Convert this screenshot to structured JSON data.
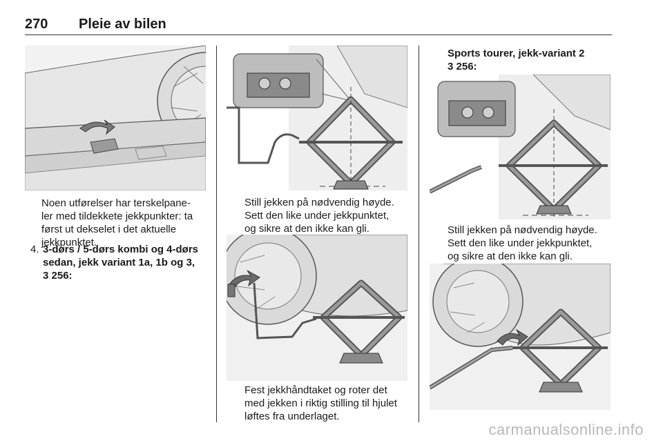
{
  "header": {
    "page_number": "270",
    "chapter_title": "Pleie av bilen"
  },
  "col1": {
    "caption": "Noen utførelser har terskelpane-ler med tildekkete jekkpunkter: ta først ut dekselet i det aktuelle jekkpunktet.",
    "caption_lines": [
      "Noen utførelser har terskelpane-",
      "ler med tildekkete jekkpunkter: ta",
      "først ut dekselet i det aktuelle",
      "jekkpunktet."
    ],
    "list_item": {
      "number": "4.",
      "lines": [
        "3-dørs / 5-dørs kombi og 4-dørs",
        "sedan, jekk variant 1a, 1b og 3,"
      ],
      "ref_arrow": "3",
      "ref_page": "256:"
    }
  },
  "col2": {
    "caption1_lines": [
      "Still jekken på nødvendig høyde.",
      "Sett den like under jekkpunktet,",
      "og sikre at den ikke kan gli."
    ],
    "caption2_lines": [
      "Fest jekkhåndtaket og roter det",
      "med jekken i riktig stilling til hjulet",
      "løftes fra underlaget."
    ]
  },
  "col3": {
    "heading_line1": "Sports tourer, jekk-variant 2",
    "heading_ref_arrow": "3",
    "heading_ref_page": "256:",
    "caption_lines": [
      "Still jekken på nødvendig høyde.",
      "Sett den like under jekkpunktet,",
      "og sikre at den ikke kan gli."
    ]
  },
  "watermark": "carmanualsonline.info",
  "colors": {
    "illustration_bg": "#efefef",
    "line_art": "#555555",
    "jack_fill": "#9a9a9a",
    "text": "#1a1a1a"
  }
}
